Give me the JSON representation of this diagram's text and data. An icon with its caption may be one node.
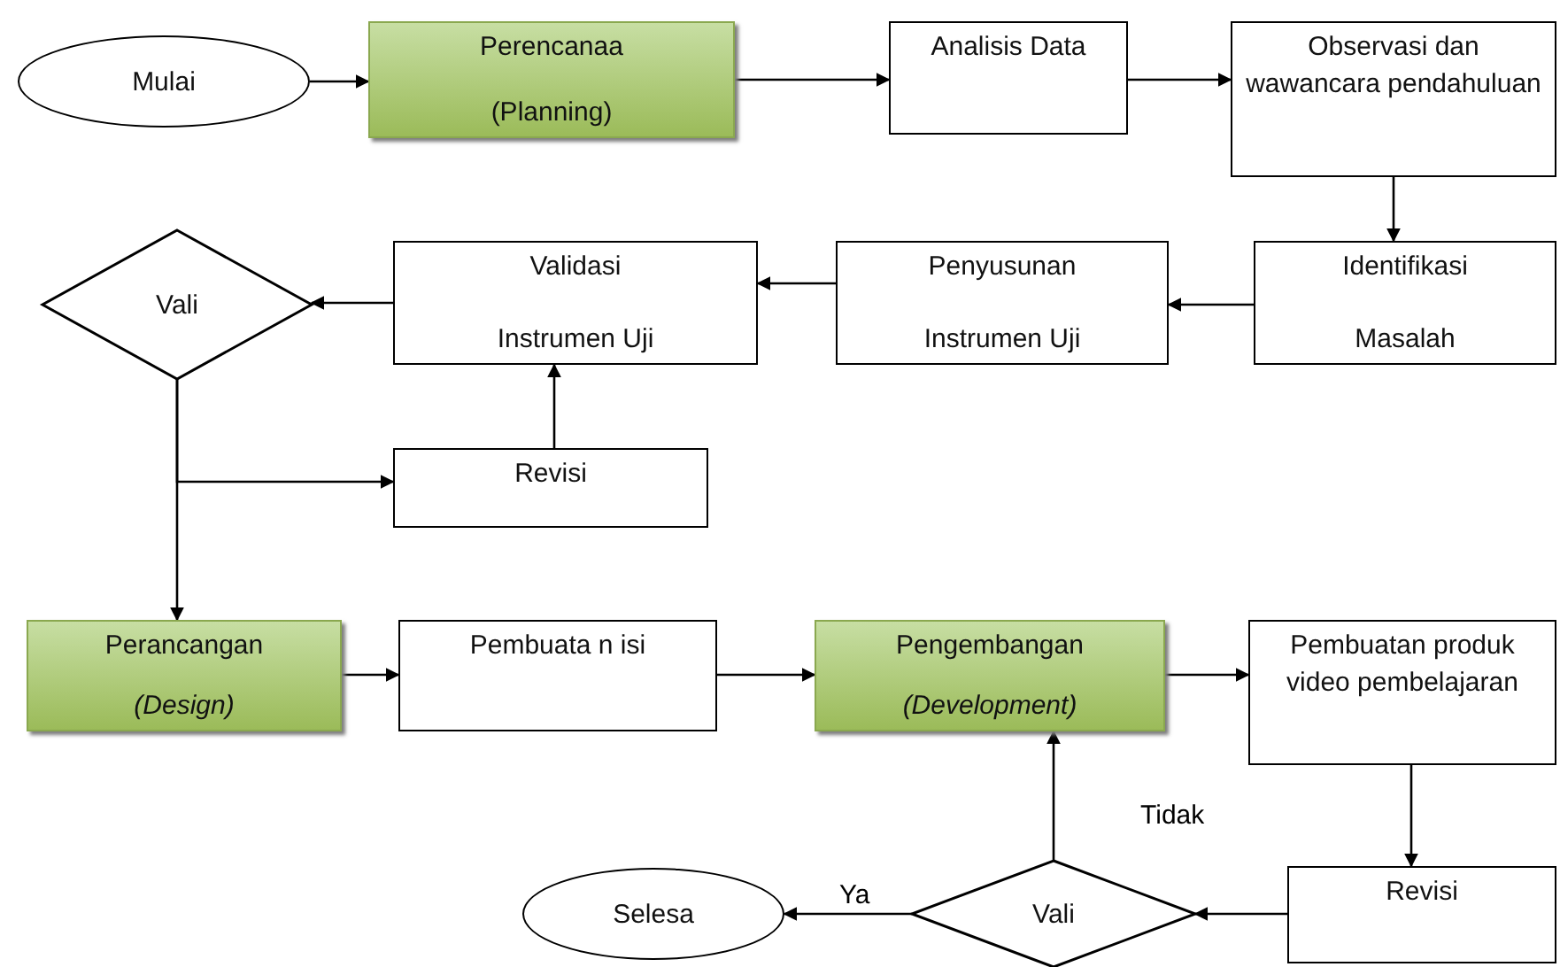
{
  "diagram": {
    "nodes": [
      {
        "text": [
          "Mulai"
        ]
      },
      {
        "text": [
          "Perencanaa",
          "(Planning)"
        ]
      },
      {
        "text": [
          "Analisis Data"
        ]
      },
      {
        "text": [
          "Observasi dan wawancara pendahuluan"
        ]
      },
      {
        "text": [
          "Identifikasi",
          "Masalah"
        ]
      },
      {
        "text": [
          "Penyusunan",
          "Instrumen Uji"
        ]
      },
      {
        "text": [
          "Validasi",
          "Instrumen Uji"
        ]
      },
      {
        "text": [
          "Vali"
        ]
      },
      {
        "text": [
          "Revisi"
        ]
      },
      {
        "text": [
          "Perancangan",
          "(Design)"
        ]
      },
      {
        "text": [
          "Pembuata n isi"
        ]
      },
      {
        "text": [
          "Pengembangan",
          "(Development)"
        ]
      },
      {
        "text": [
          "Pembuatan produk video pembelajaran"
        ]
      },
      {
        "text": [
          "Revisi"
        ]
      },
      {
        "text": [
          "Vali"
        ]
      },
      {
        "text": [
          "Selesa"
        ]
      }
    ],
    "edges": [
      {
        "from": 0,
        "to": 1,
        "arrow": "to"
      },
      {
        "from": 1,
        "to": 2,
        "arrow": "to"
      },
      {
        "from": 2,
        "to": 3,
        "arrow": "to"
      },
      {
        "from": 3,
        "to": 4,
        "arrow": "to"
      },
      {
        "from": 4,
        "to": 5,
        "arrow": "to"
      },
      {
        "from": 5,
        "to": 6,
        "arrow": "to"
      },
      {
        "from": 6,
        "to": 7,
        "arrow": "to"
      },
      {
        "from": 7,
        "to": 8,
        "arrow": "to"
      },
      {
        "from": 8,
        "to": 6,
        "arrow": "to"
      },
      {
        "from": 7,
        "to": 9,
        "arrow": "to"
      },
      {
        "from": 9,
        "to": 10,
        "arrow": "to"
      },
      {
        "from": 10,
        "to": 11,
        "arrow": "to"
      },
      {
        "from": 11,
        "to": 12,
        "arrow": "to"
      },
      {
        "from": 12,
        "to": 13,
        "arrow": "to"
      },
      {
        "from": 13,
        "to": 14,
        "arrow": "to"
      },
      {
        "from": 14,
        "to": 15,
        "label": "Ya",
        "arrow": "to"
      },
      {
        "from": 14,
        "to": 11,
        "label": "Tidak",
        "arrow": "to"
      }
    ]
  }
}
